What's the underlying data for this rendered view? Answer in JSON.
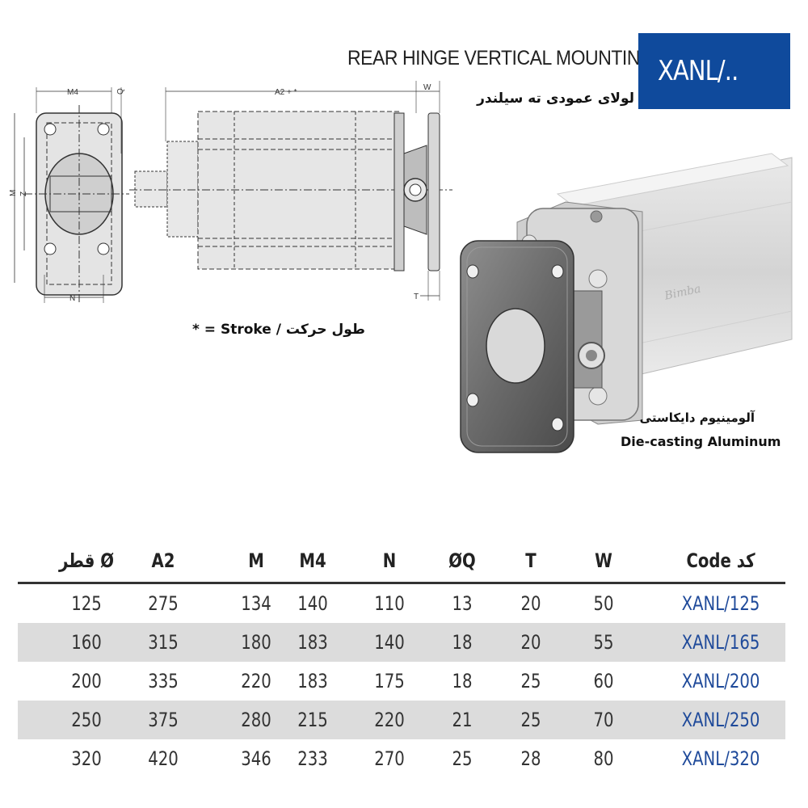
{
  "header": {
    "title_en": "REAR HINGE VERTICAL MOUNTING",
    "title_fa": "لولای عمودی ته سیلندر",
    "code_box": "XANL/..",
    "brand_color": "#0f4a9c"
  },
  "drawing": {
    "labels": {
      "m4": "M4",
      "q": "Q",
      "m": "M",
      "z": "Z",
      "n": "N",
      "a2": "A2 + *",
      "w": "W",
      "t": "T"
    },
    "stroke_note": "* = Stroke / طول حرکت",
    "product_mark": "Bimba"
  },
  "material": {
    "fa": "آلومینیوم دایکاستی",
    "en": "Die-casting Aluminum"
  },
  "table": {
    "headers": [
      "قطر Ø",
      "A2",
      "M",
      "M4",
      "N",
      "ØQ",
      "T",
      "W",
      "Code کد"
    ],
    "rows": [
      [
        "125",
        "275",
        "134",
        "140",
        "110",
        "13",
        "20",
        "50",
        "XANL/125"
      ],
      [
        "160",
        "315",
        "180",
        "183",
        "140",
        "18",
        "20",
        "55",
        "XANL/165"
      ],
      [
        "200",
        "335",
        "220",
        "183",
        "175",
        "18",
        "25",
        "60",
        "XANL/200"
      ],
      [
        "250",
        "375",
        "280",
        "215",
        "220",
        "21",
        "25",
        "70",
        "XANL/250"
      ],
      [
        "320",
        "420",
        "346",
        "233",
        "270",
        "25",
        "28",
        "80",
        "XANL/320"
      ]
    ],
    "code_color": "#1f4a9a",
    "shade_color": "#dcdcdc"
  }
}
